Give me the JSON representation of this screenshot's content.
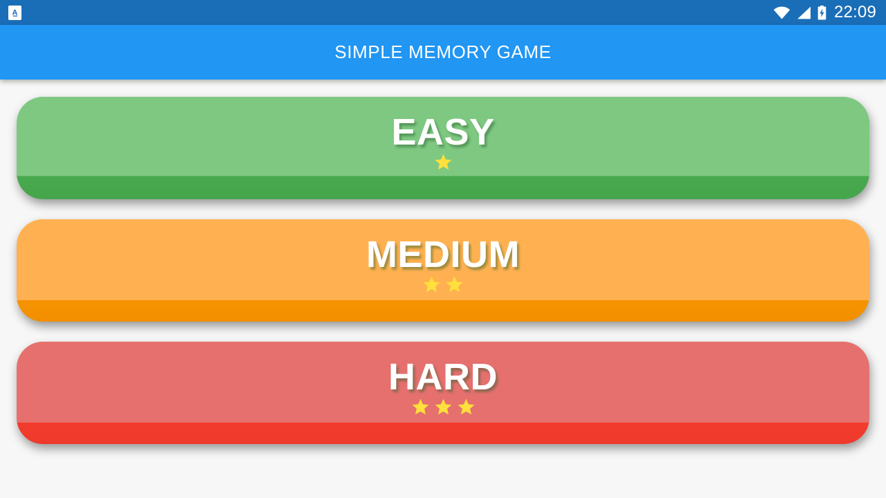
{
  "status_bar": {
    "background_color": "#1a6eb8",
    "notification_icon": "app-letter-a-icon",
    "icons": [
      "wifi-icon",
      "cellular-signal-icon",
      "battery-charging-icon"
    ],
    "time": "22:09"
  },
  "app_bar": {
    "title": "SIMPLE MEMORY GAME",
    "background_color": "#2196f3",
    "text_color": "#ffffff"
  },
  "main": {
    "buttons": [
      {
        "label": "EASY",
        "stars": 3,
        "filled_stars": 1,
        "star_count": 1,
        "face_color": "#7ec882",
        "edge_color": "#48a94e",
        "star_color": "#ffe03c"
      },
      {
        "label": "MEDIUM",
        "stars": 3,
        "filled_stars": 2,
        "star_count": 2,
        "face_color": "#ffb151",
        "edge_color": "#f59300",
        "star_color": "#ffe03c"
      },
      {
        "label": "HARD",
        "stars": 3,
        "filled_stars": 3,
        "star_count": 3,
        "face_color": "#e5706e",
        "edge_color": "#f23b2c",
        "star_color": "#ffe03c"
      }
    ]
  },
  "page": {
    "background_color": "#f7f7f7"
  }
}
